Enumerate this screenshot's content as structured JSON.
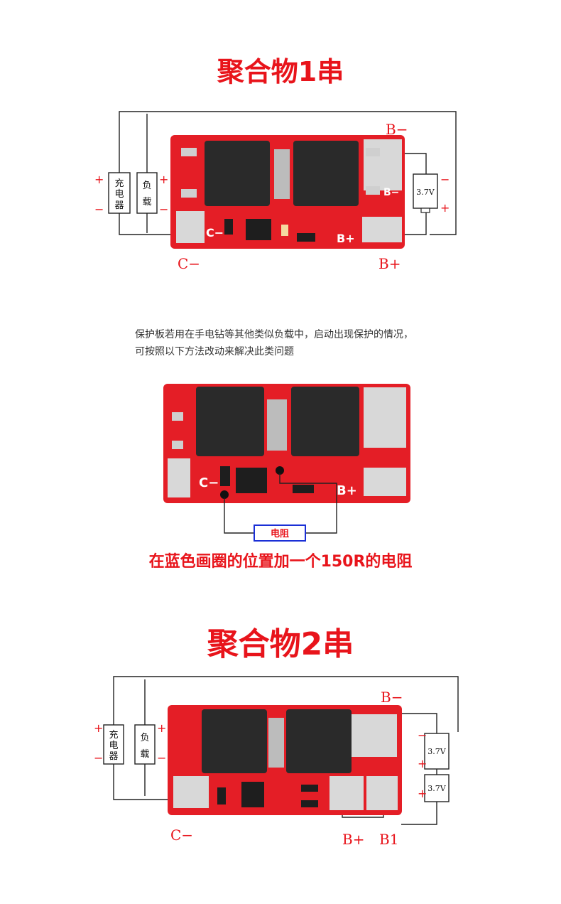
{
  "section1": {
    "title": "聚合物1串",
    "labels": {
      "b_minus": "B−",
      "b_plus": "B+",
      "c_minus": "C−"
    },
    "board_silk": {
      "c_minus": "C−",
      "b_plus": "B+",
      "b_minus": "B−"
    },
    "boxes": {
      "charger": "充电器",
      "load": "负载",
      "battery": "3.7V"
    },
    "polarity": {
      "plus": "+",
      "minus": "−"
    }
  },
  "section_mod": {
    "note_line1": "保护板若用在手电钻等其他类似负载中，启动出现保护的情况，",
    "note_line2": "可按照以下方法改动来解决此类问题",
    "board_silk": {
      "c_minus": "C−",
      "b_plus": "B+"
    },
    "resistor_label": "电阻",
    "instruction": "在蓝色画圈的位置加一个150R的电阻"
  },
  "section2": {
    "title": "聚合物2串",
    "labels": {
      "b_minus": "B−",
      "b_plus": "B+",
      "b1": "B1",
      "c_minus": "C−"
    },
    "boxes": {
      "charger": "充电器",
      "load": "负载",
      "battery1": "3.7V",
      "battery2": "3.7V"
    },
    "polarity": {
      "plus": "+",
      "minus": "−"
    }
  },
  "colors": {
    "accent_red": "#e8141b",
    "pcb_red": "#e41e26",
    "resistor_blue": "#1a2fd6"
  }
}
